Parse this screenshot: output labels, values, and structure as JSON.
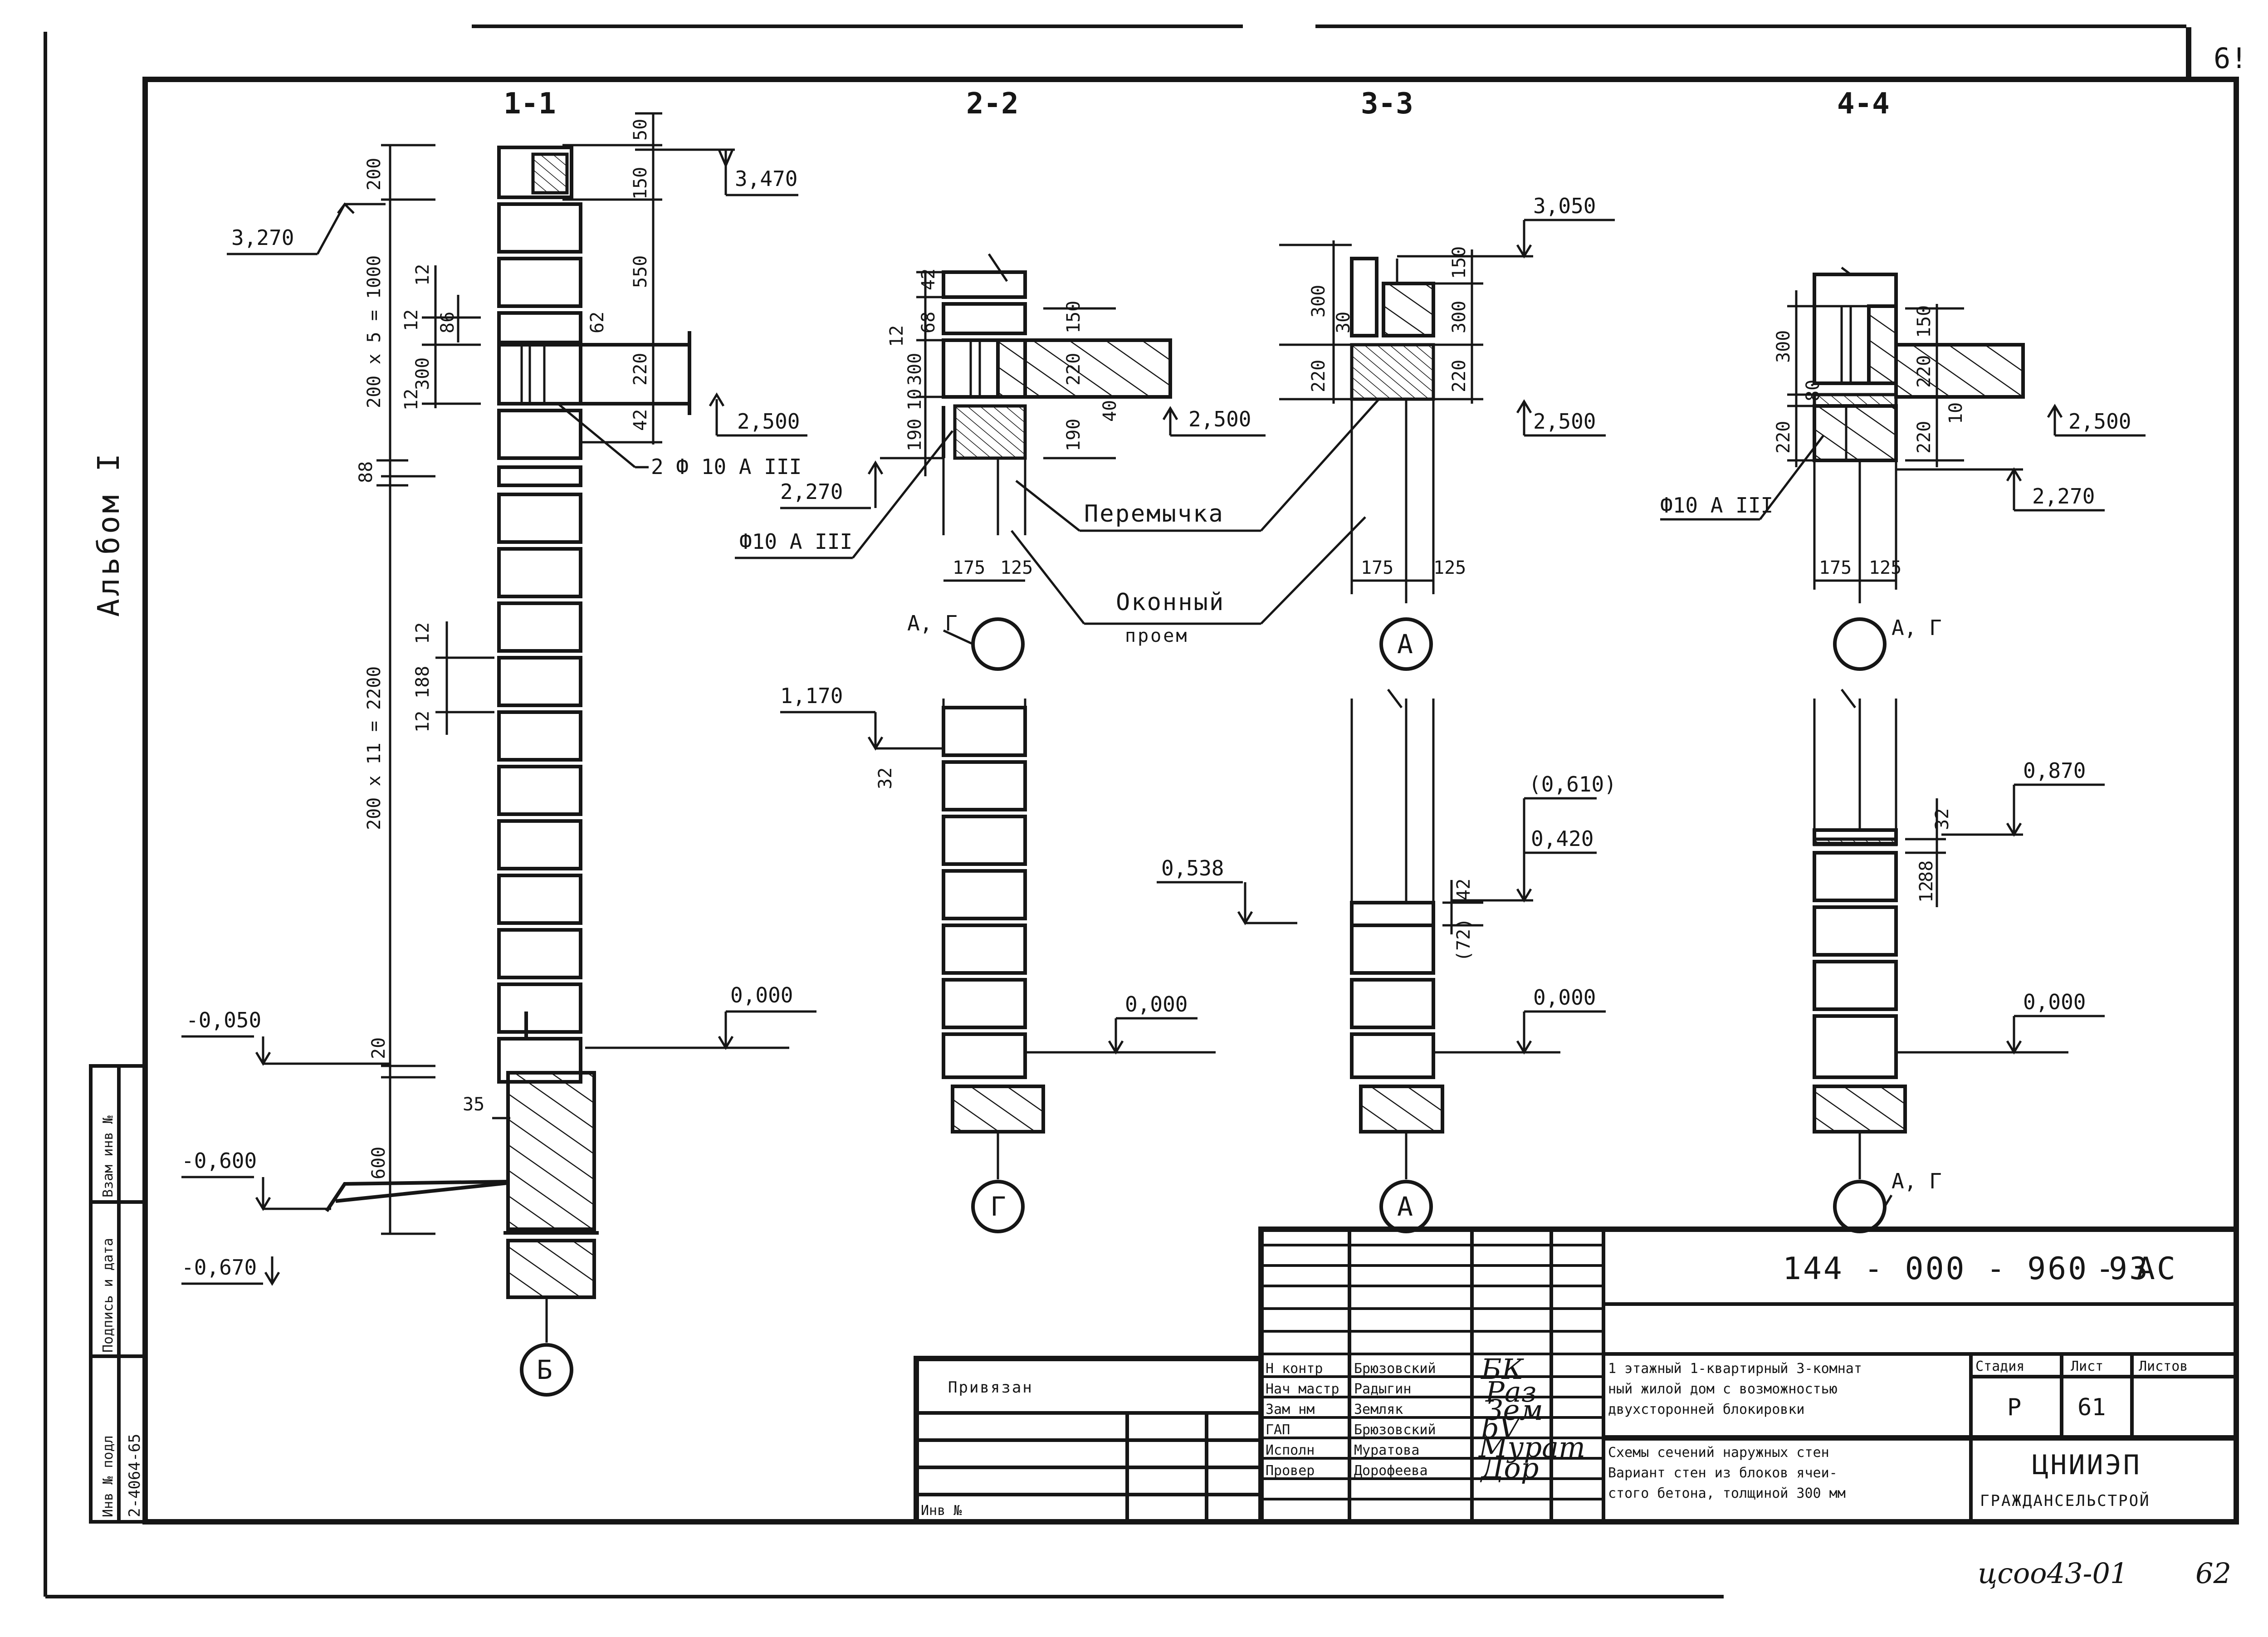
{
  "sheet": {
    "number_top": "6!",
    "album": "Альбом I",
    "handwritten_code": "цсоо43-01",
    "handwritten_page": "62"
  },
  "sections": {
    "s1": {
      "title": "1-1",
      "dims": [
        "200",
        "50",
        "150",
        "550",
        "220",
        "200 x 5 = 1000",
        "12",
        "12",
        "86",
        "300",
        "12",
        "62",
        "42",
        "88",
        "200 x 11 = 2200",
        "188",
        "12",
        "12",
        "20",
        "35",
        "600"
      ],
      "levels": [
        "3,470",
        "3,270",
        "2,500",
        "-0,050",
        "0,000",
        "-0,600",
        "-0,670"
      ],
      "rebar": "2 Ф 10 А III",
      "axis": "Б"
    },
    "s2": {
      "title": "2-2",
      "dims": [
        "42",
        "68",
        "12",
        "300",
        "10",
        "190",
        "150",
        "220",
        "190",
        "40",
        "175",
        "125",
        "32"
      ],
      "levels": [
        "2,500",
        "2,270",
        "1,170",
        "0,000"
      ],
      "rebar": "Ф10 А III",
      "axis_top": "А, Г",
      "axis_bottom": "Г"
    },
    "s3": {
      "title": "3-3",
      "dims": [
        "300",
        "30",
        "220",
        "150",
        "300",
        "220",
        "175",
        "125",
        "42",
        "(72)"
      ],
      "levels": [
        "3,050",
        "2,500",
        "(0,610)",
        "0,420",
        "0,538",
        "0,000"
      ],
      "axis_top": "А",
      "axis_bottom": "А"
    },
    "s4": {
      "title": "4-4",
      "dims": [
        "300",
        "80",
        "220",
        "150",
        "220",
        "220",
        "10",
        "175",
        "125",
        "32",
        "88",
        "12"
      ],
      "levels": [
        "2,500",
        "2,270",
        "0,870",
        "0,000"
      ],
      "rebar": "Ф10 А III",
      "axis_top": "А, Г",
      "axis_bottom": "А, Г"
    }
  },
  "labels": {
    "lintel": "Перемычка",
    "window1": "Оконный",
    "window2": "проем"
  },
  "left_strip": [
    "Инв № подл",
    "Подпись и дата",
    "Взам инв №",
    "2-4064-65"
  ],
  "title_block": {
    "code": "144 - 000 - 960 93",
    "suffix": "- АС",
    "privyazan": "Привязан",
    "inv": "Инв №",
    "roles": [
      {
        "role": "Н контр",
        "name": "Брюзовский"
      },
      {
        "role": "Нач мастр",
        "name": "Радыгин"
      },
      {
        "role": "Зам нм",
        "name": "Земляк"
      },
      {
        "role": "ГАП",
        "name": "Брюзовский"
      },
      {
        "role": "Исполн",
        "name": "Муратова"
      },
      {
        "role": "Провер",
        "name": "Дорофеева"
      }
    ],
    "signatures": [
      "БК",
      "Раз",
      "Зем",
      "bV",
      "Мурат",
      "Дор"
    ],
    "project": [
      "1 этажный 1-квартирный 3-комнат",
      "ный жилой дом с возможностью",
      "двухсторонней блокировки"
    ],
    "sheet_title": [
      "Схемы сечений наружных стен",
      "Вариант стен из блоков ячеи-",
      "стого бетона, толщиной 300 мм"
    ],
    "stage_hdr": "Стадия",
    "sheet_hdr": "Лист",
    "sheets_hdr": "Листов",
    "stage": "Р",
    "sheet_no": "61",
    "org1": "ЦНИИЭП",
    "org2": "ГРАЖДАНСЕЛЬСТРОЙ"
  }
}
